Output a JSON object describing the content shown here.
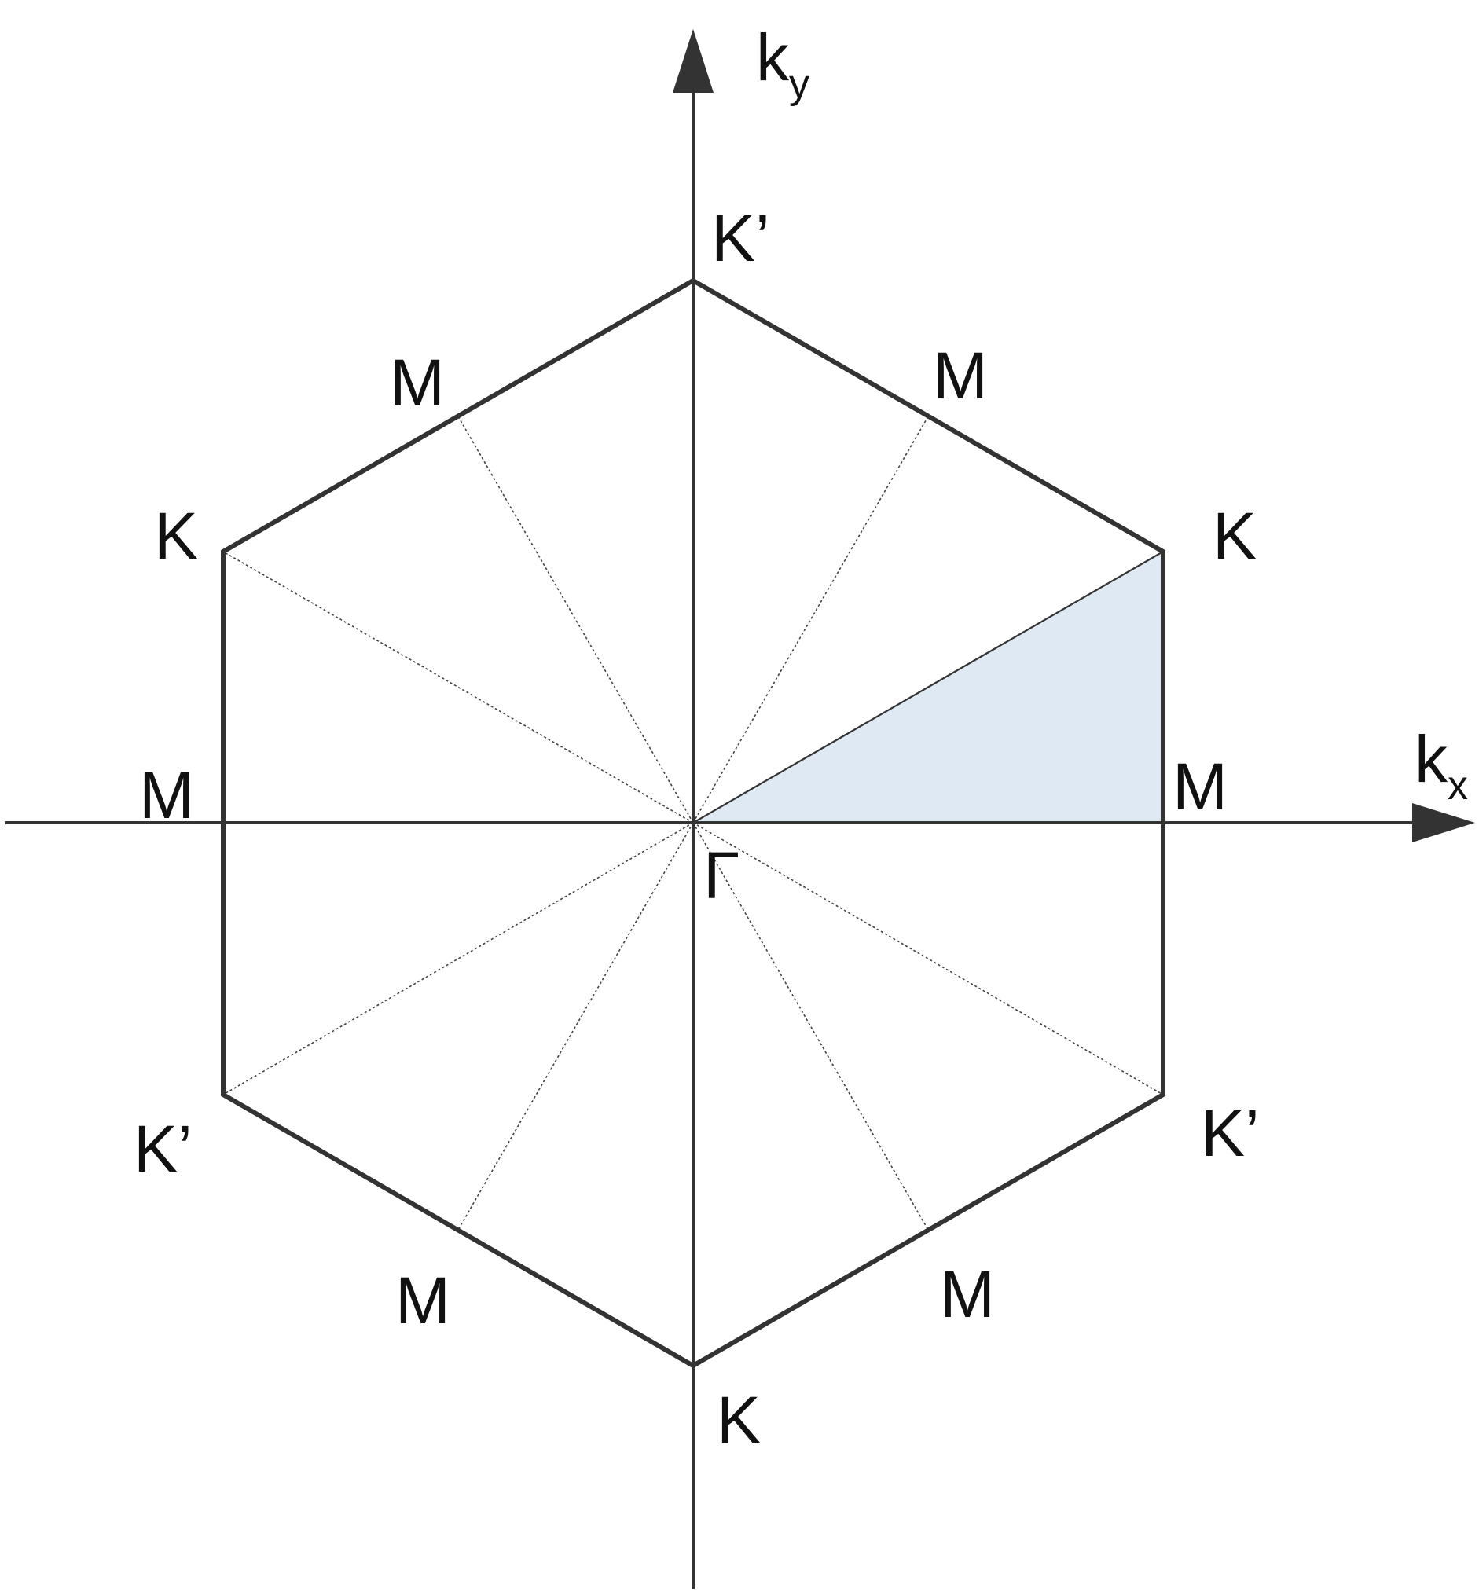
{
  "axes": {
    "x": {
      "main": "k",
      "sub": "x"
    },
    "y": {
      "main": "k",
      "sub": "y"
    }
  },
  "points": {
    "center": "Γ",
    "top": "K’",
    "upper_left_mid": "M",
    "upper_right_mid": "M",
    "upper_left": "K",
    "upper_right": "K",
    "left_mid": "M",
    "right_mid": "M",
    "lower_left": "K’",
    "lower_right": "K’",
    "lower_left_mid": "M",
    "lower_right_mid": "M",
    "bottom": "K"
  },
  "colors": {
    "line": "#333333",
    "fill": "#dfe9f3"
  }
}
